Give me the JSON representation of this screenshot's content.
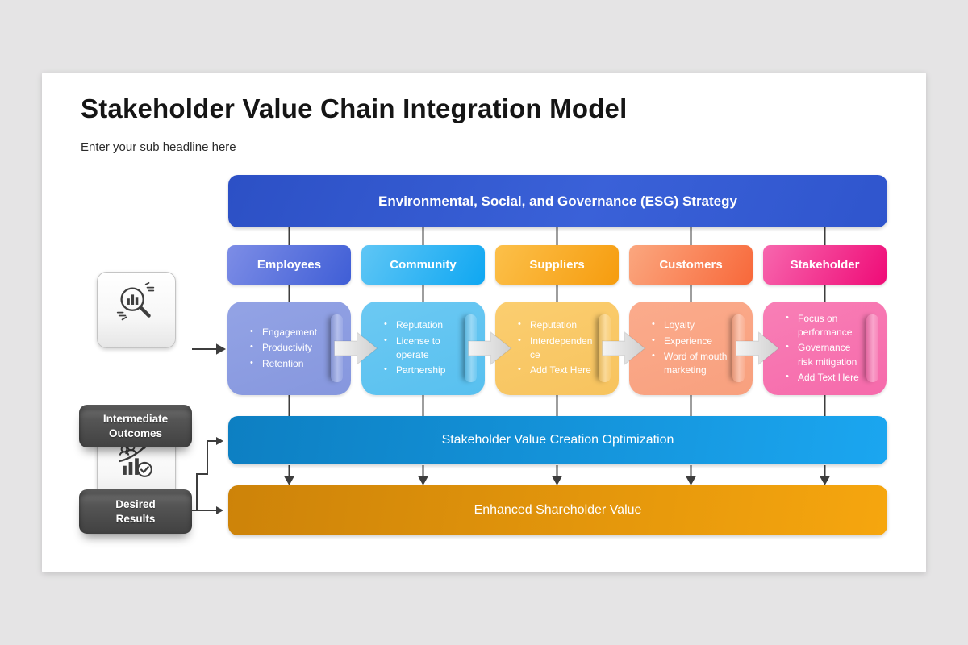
{
  "slide": {
    "title": "Stakeholder Value Chain Integration Model",
    "subtitle": "Enter your sub headline here"
  },
  "diagram": {
    "esg_banner": {
      "label": "Environmental, Social, and Governance (ESG) Strategy",
      "color_from": "#2c50c5",
      "color_to": "#3a61d8"
    },
    "columns": [
      {
        "header": "Employees",
        "bullets": [
          "Engagement",
          "Productivity",
          "Retention"
        ],
        "colors": {
          "header_from": "#7d8de6",
          "header_to": "#3f5ed6",
          "box": "#8c9de2"
        }
      },
      {
        "header": "Community",
        "bullets": [
          "Reputation",
          "License to operate",
          "Partnership"
        ],
        "colors": {
          "header_from": "#5fc6f5",
          "header_to": "#0fa7f2",
          "box": "#62c6f2"
        }
      },
      {
        "header": "Suppliers",
        "bullets": [
          "Reputation",
          "Interdependence",
          "Add Text Here"
        ],
        "colors": {
          "header_from": "#fcc04a",
          "header_to": "#f69c0e",
          "box": "#f9c968"
        }
      },
      {
        "header": "Customers",
        "bullets": [
          "Loyalty",
          "Experience",
          "Word of mouth marketing"
        ],
        "colors": {
          "header_from": "#fba77f",
          "header_to": "#f8683a",
          "box": "#f9a685"
        }
      },
      {
        "header": "Stakeholder",
        "bullets": [
          "Focus on performance",
          "Governance risk mitigation",
          "Add Text Here"
        ],
        "colors": {
          "header_from": "#f767ae",
          "header_to": "#ef0b77",
          "box": "#f773b1"
        }
      }
    ],
    "optimization_bar": {
      "label": "Stakeholder Value Creation Optimization",
      "color_from": "#0d7fc2",
      "color_to": "#1ba6f0"
    },
    "value_bar": {
      "label": "Enhanced Shareholder Value",
      "color_from": "#cd8309",
      "color_to": "#f6a60e"
    },
    "side_labels": [
      {
        "line1": "Intermediate",
        "line2": "Outcomes",
        "icon": "bar-chart-magnifier-icon"
      },
      {
        "line1": "Desired",
        "line2": "Results",
        "icon": "team-growth-check-icon"
      }
    ],
    "connector_color": "#3d3d3d",
    "flow_arrow_color": "#d9d9d9"
  }
}
